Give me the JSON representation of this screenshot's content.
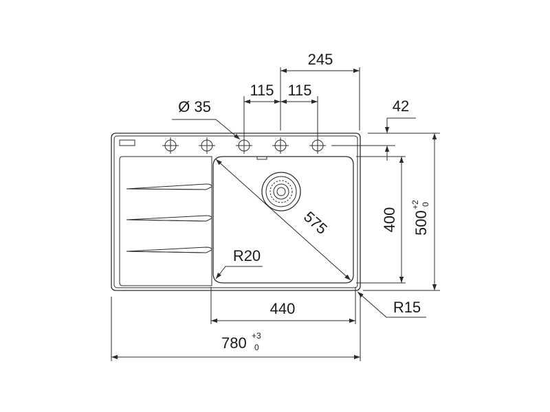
{
  "dimensions": {
    "hole_spacing_total": "245",
    "hole_spacing_left": "115",
    "hole_spacing_right": "115",
    "tap_hole_diameter": "Ø 35",
    "edge_offset": "42",
    "bowl_diagonal": "575",
    "bowl_depth": "400",
    "overall_depth": "500",
    "overall_depth_tol_upper": "+2",
    "overall_depth_tol_lower": "0",
    "inner_radius": "R20",
    "bowl_width": "440",
    "corner_radius": "R15",
    "overall_width": "780",
    "overall_width_tol_upper": "+3",
    "overall_width_tol_lower": "0"
  },
  "colors": {
    "line": "#2b2b2b",
    "text": "#1a1a1a",
    "background": "#ffffff"
  }
}
